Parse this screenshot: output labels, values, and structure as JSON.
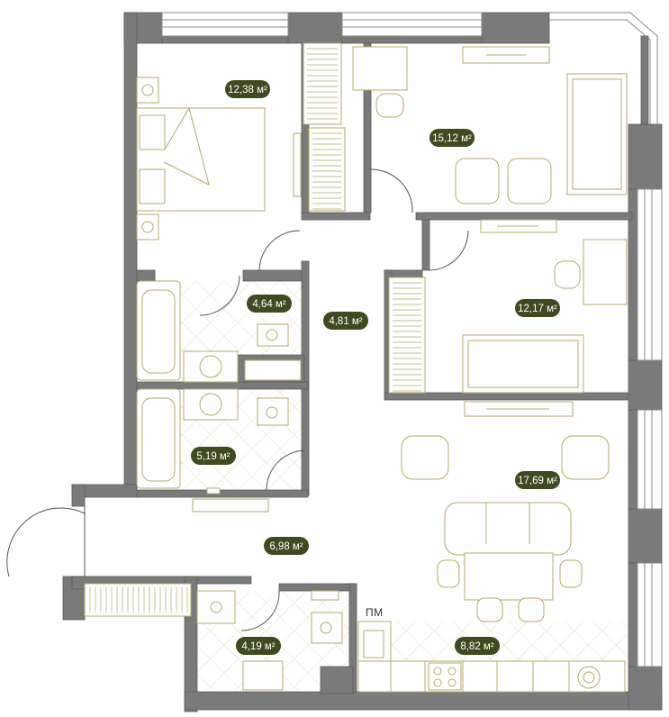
{
  "colors": {
    "wall": "#7a7a7a",
    "wall_edge": "#5d5d5d",
    "furniture": "#b8a86a",
    "badge": "#3e4a1f",
    "tile": "#e6dfc4",
    "window": "#c9c9c9"
  },
  "rooms": [
    {
      "id": "bedroom-1",
      "area": "12,38 м²"
    },
    {
      "id": "living-room",
      "area": "15,12 м²"
    },
    {
      "id": "bathroom-1",
      "area": "4,64 м²"
    },
    {
      "id": "corridor",
      "area": "4,81 м²"
    },
    {
      "id": "bedroom-2",
      "area": "12,17 м²"
    },
    {
      "id": "bathroom-2",
      "area": "5,19 м²"
    },
    {
      "id": "kitchen-living",
      "area": "17,69 м²"
    },
    {
      "id": "hall",
      "area": "6,98 м²"
    },
    {
      "id": "wc",
      "area": "4,19 м²"
    },
    {
      "id": "kitchen",
      "area": "8,82 м²"
    }
  ],
  "labels": {
    "dishwasher": "ПМ"
  }
}
